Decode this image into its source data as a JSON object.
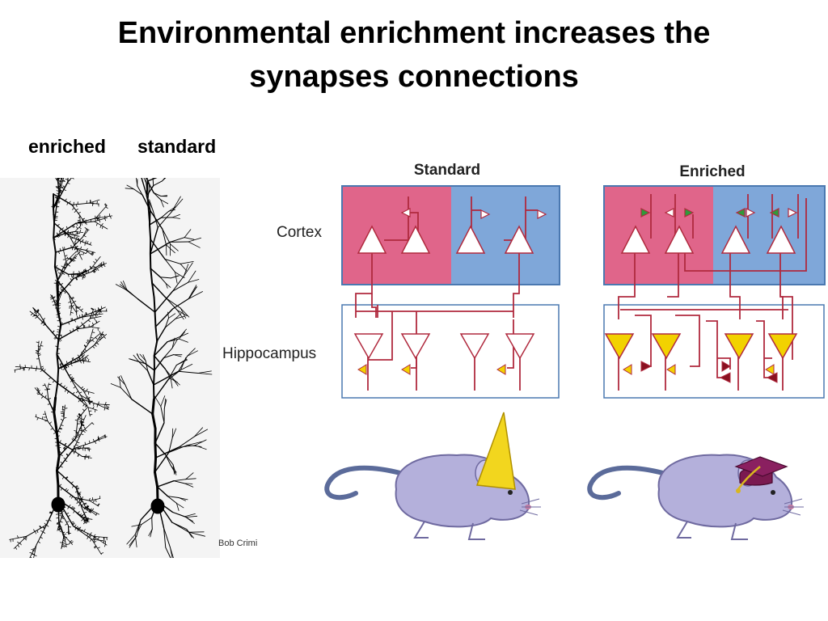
{
  "slide": {
    "title_line1": "Environmental enrichment increases the",
    "title_line2": "synapses connections"
  },
  "neurons": {
    "enriched_label": "enriched",
    "standard_label": "standard",
    "credit": "Bob Crimi"
  },
  "diagram": {
    "standard_header": "Standard",
    "enriched_header": "Enriched",
    "cortex_label": "Cortex",
    "hippocampus_label": "Hippocampus"
  },
  "colors": {
    "cortex_pink": "#e0658a",
    "cortex_blue": "#7fa7d9",
    "wire": "#b02a3e",
    "hippo_border": "#4a78b0",
    "yellow_neuron": "#f2d200",
    "green_synapse": "#2f9a3a",
    "dark_red_synapse": "#8a1020",
    "mouse_body": "#b4b0db",
    "dunce_hat": "#f2d61e",
    "grad_cap": "#7a1a50"
  },
  "icons": {
    "neuron_drawing": "pyramidal-neuron-icon",
    "mouse": "mouse-icon",
    "dunce_hat": "dunce-hat-icon",
    "graduation_cap": "graduation-cap-icon"
  }
}
